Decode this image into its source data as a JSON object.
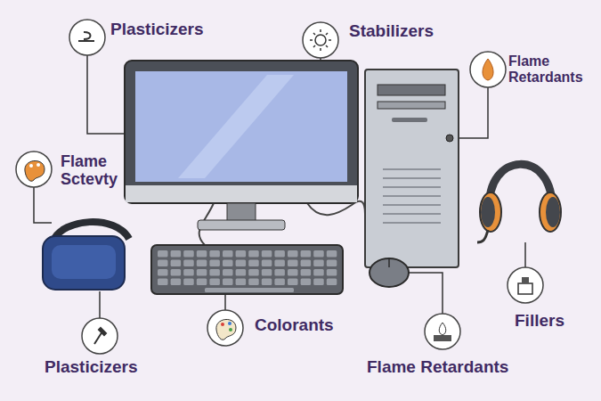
{
  "diagram": {
    "labels": [
      "Plasticizers",
      "Stabilizers",
      "Flame Retardants",
      "Flame Sctevty",
      "Colorants",
      "Plasticizers",
      "Flame Retardants",
      "Fillers"
    ]
  }
}
